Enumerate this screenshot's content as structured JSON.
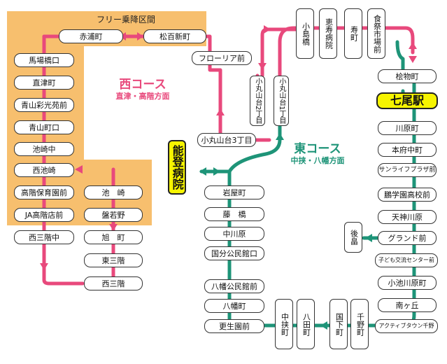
{
  "colors": {
    "west_route": "#e8497c",
    "east_route": "#1e9478",
    "free_zone": "#f7bf6e",
    "hub": "#f6f400"
  },
  "free_zone_label": "フリー乗降区間",
  "west_course": {
    "title": "西コース",
    "subtitle": "直津・高階方面",
    "color": "#e8497c"
  },
  "east_course": {
    "title": "東コース",
    "subtitle": "中挟・八幡方面",
    "color": "#1e9478"
  },
  "stops": {
    "akaura": "赤浦町",
    "matsuhyaku": "松百新町",
    "flora": "フローリア前",
    "bababashi": "馬場橋口",
    "naotsu": "直津町",
    "aoyama_saiko": "青山彩光苑前",
    "aoyama_machi": "青山町口",
    "ikezaki_naka": "池崎中",
    "nishi_ikezaki": "西池崎",
    "takashina_hoiku": "高階保育園前",
    "ja_takashina": "JA高階店前",
    "nishimikai_naka": "西三階中",
    "ikezaki": "池　崎",
    "banjakuno": "盤若野",
    "asahimachi": "旭　町",
    "higashimikai": "東三階",
    "nishimikai": "西三階",
    "komaruyama3": "小丸山台3丁目",
    "komaruyama2": "小丸山台2丁目",
    "komaruyama1": "小丸山台1丁目",
    "kojima": "小島橋",
    "keiju": "恵寿病院",
    "kotobuki": "寿町",
    "shokusai": "食祭市場前",
    "hinokicho": "桧物町",
    "nanao": "七尾駅",
    "kawaharacho": "川原町",
    "fuchu": "本府中町",
    "sunlife": "サンライフプラザ前",
    "gakuen": "鵬学園高校前",
    "tenjin": "天神川原",
    "grand": "グランド前",
    "ushijima": "後畠",
    "kodomo": "子ども交流センター前",
    "koikegawa": "小池川原町",
    "minamigaoka": "南ヶ丘",
    "active": "アクティブタウン千野",
    "chino": "千野町",
    "kokufu": "国下町",
    "hatta": "八田町",
    "nakabasami": "中挟町",
    "noto_hospital": "能登病院",
    "iwaya": "岩屋町",
    "fujihashi": "藤　橋",
    "nakagawara": "中川原",
    "kokubun": "国分公民館口",
    "yawata_kouminkan": "八幡公民館前",
    "yawata": "八幡町",
    "koseien": "更生園前"
  }
}
